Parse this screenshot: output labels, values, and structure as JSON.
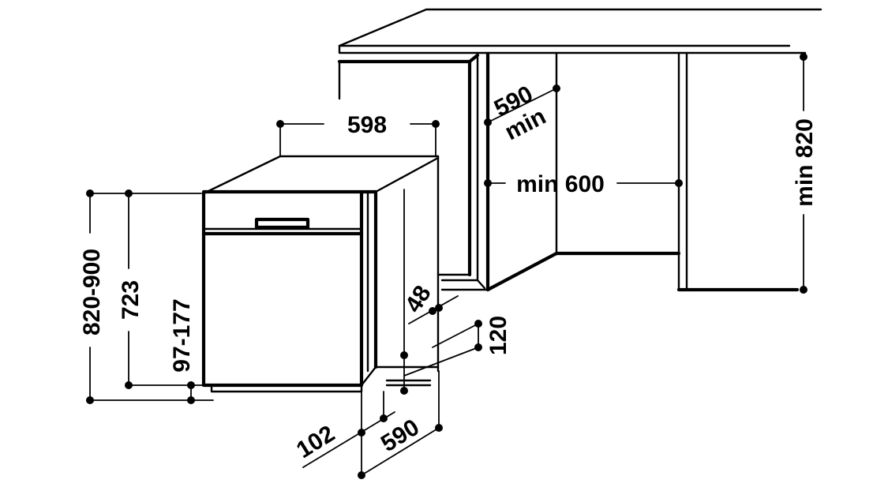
{
  "labels": {
    "width_598": "598",
    "depth_590_min_top": "590",
    "depth_590_min_bottom": "min",
    "niche_width": "min 600",
    "niche_height": "min 820",
    "height_820_900": "820-900",
    "height_723": "723",
    "plinth_97_177": "97-177",
    "gap_48": "48",
    "height_120": "120",
    "depth_102": "102",
    "depth_590": "590"
  },
  "colors": {
    "line": "#000000",
    "background": "#ffffff"
  }
}
